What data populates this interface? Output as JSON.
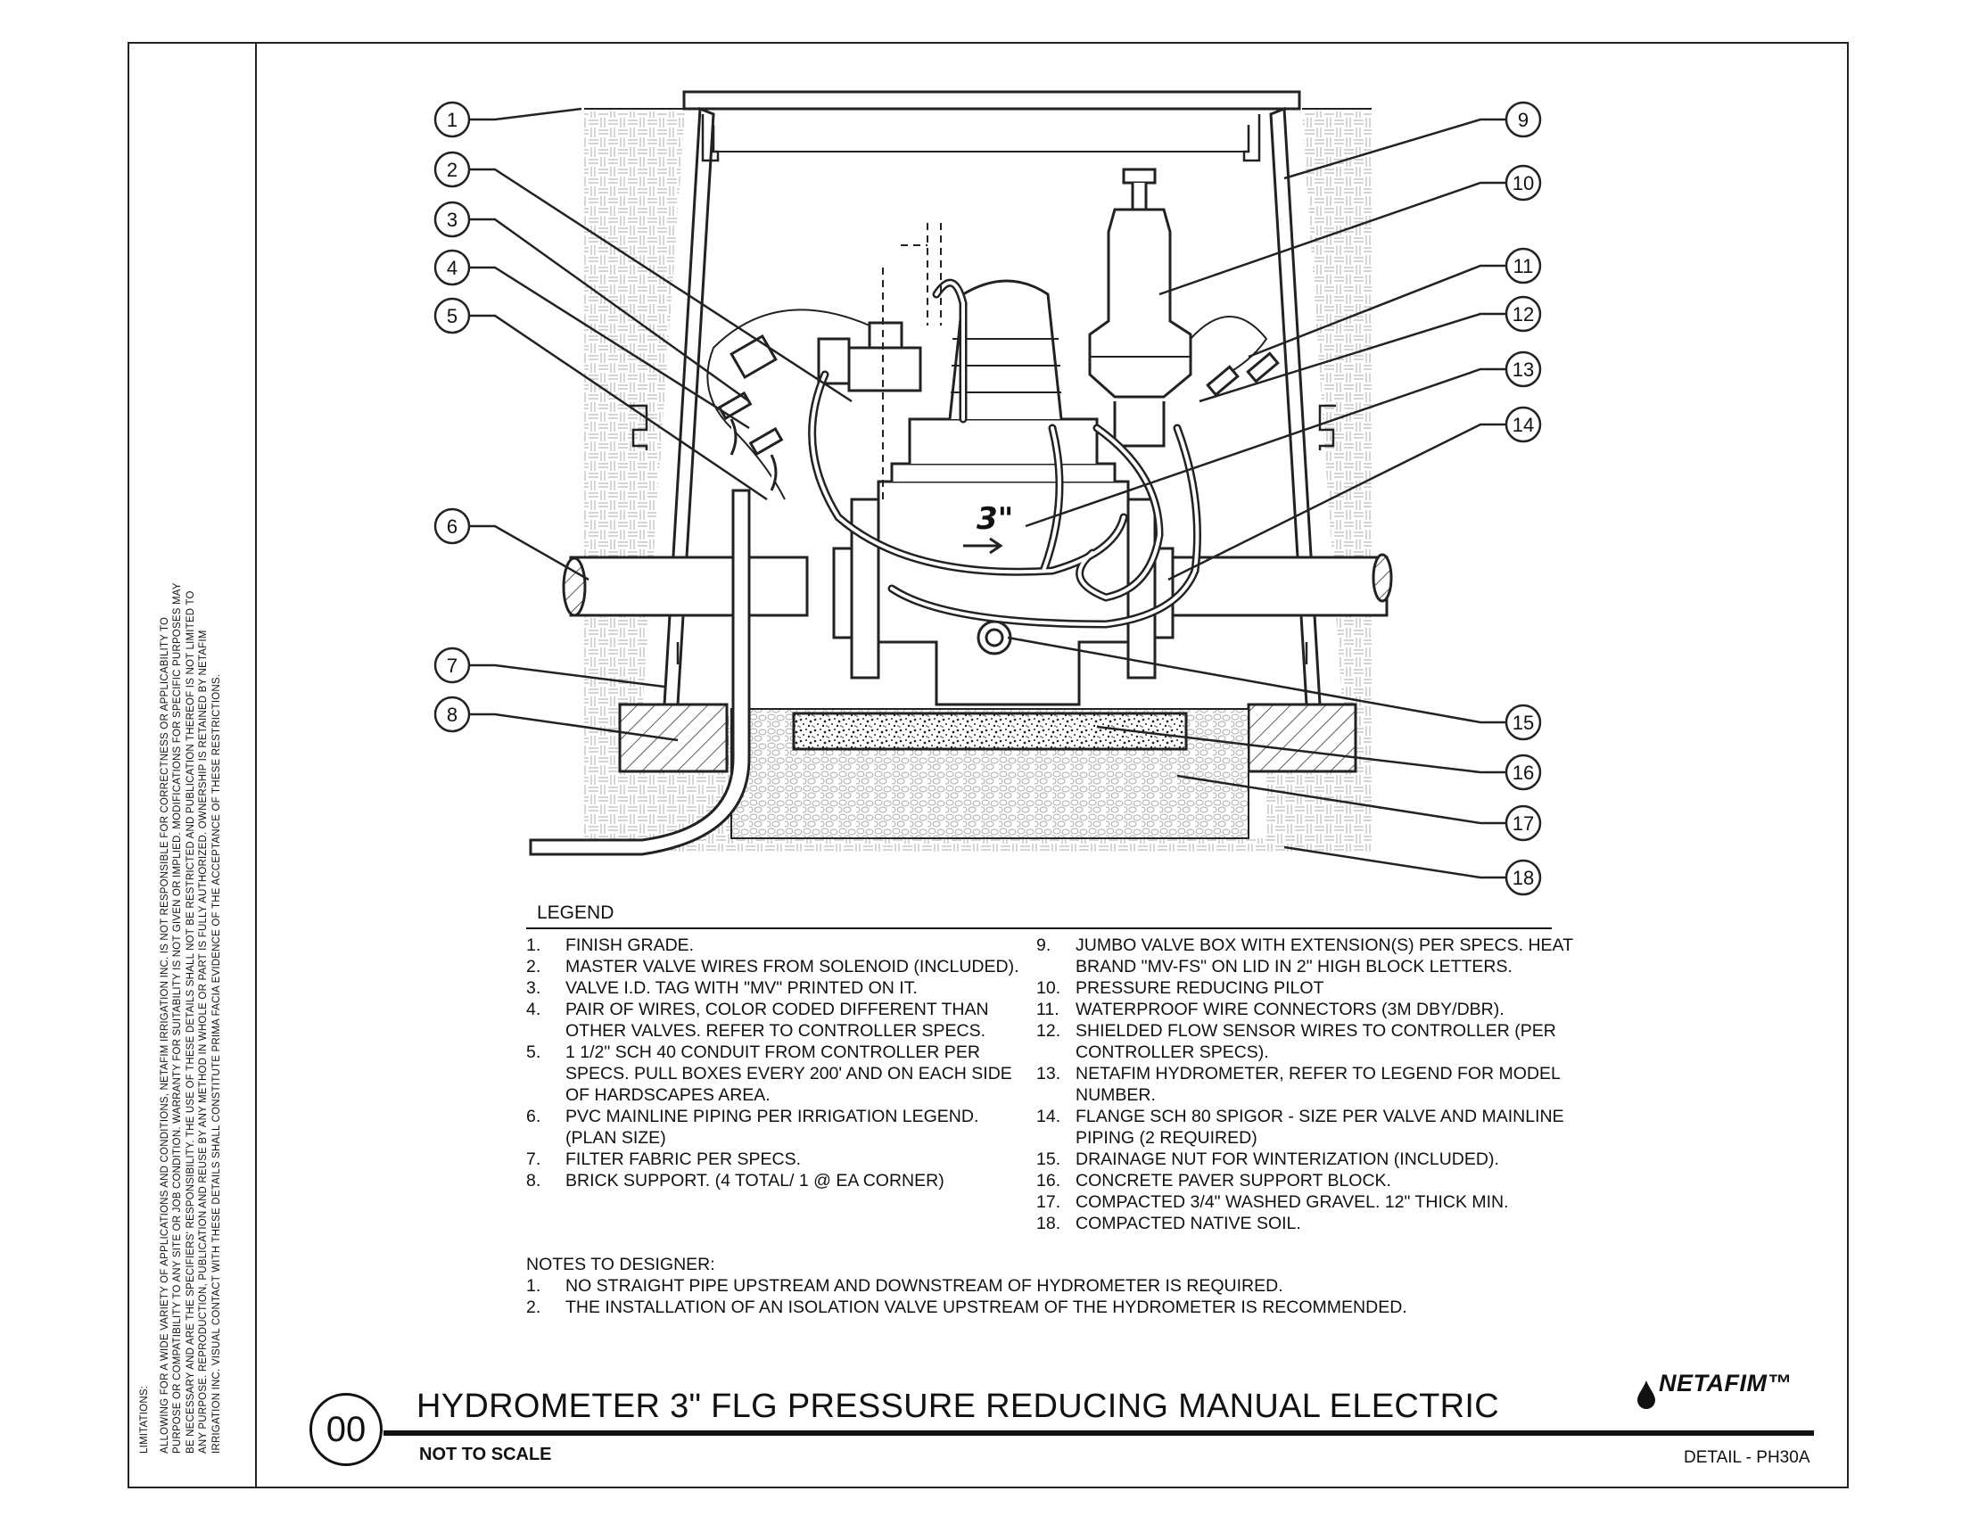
{
  "limitations": {
    "title": "LIMITATIONS:",
    "lines": [
      "ALLOWING FOR A WIDE VARIETY OF APPLICATIONS AND CONDITIONS, NETAFIM IRRIGATION INC. IS NOT RESPONSIBLE FOR CORRECTNESS OR APPLICABILITY TO",
      "PURPOSE OR COMPATIBILITY TO ANY SITE OR JOB CONDITION. WARRANTY FOR SUITABILITY IS NOT GIVEN OR IMPLIED. MODIFICATIONS FOR SPECIFIC PURPOSES MAY",
      "BE NECESSARY AND ARE THE SPECIFIERS' RESPONSIBILITY. THE USE OF THESE DETAILS SHALL NOT BE RESTRICTED AND PUBLICATION THEREOF IS NOT LIMITED TO",
      "ANY PURPOSE. REPRODUCTION, PUBLICATION AND REUSE BY ANY METHOD IN WHOLE OR PART IS FULLY AUTHORIZED. OWNERSHIP IS RETAINED BY NETAFIM",
      "IRRIGATION INC. VISUAL CONTACT WITH THESE DETAILS SHALL CONSTITUTE PRIMA FACIA EVIDENCE OF THE ACCEPTANCE OF THESE RESTRICTIONS."
    ]
  },
  "callouts": [
    "1",
    "2",
    "3",
    "4",
    "5",
    "6",
    "7",
    "8",
    "9",
    "10",
    "11",
    "12",
    "13",
    "14",
    "15",
    "16",
    "17",
    "18"
  ],
  "valve_size_label": "3\"",
  "legend": {
    "title": "LEGEND",
    "left": [
      {
        "num": "1.",
        "text": "FINISH GRADE."
      },
      {
        "num": "2.",
        "text": "MASTER VALVE WIRES FROM SOLENOID (INCLUDED)."
      },
      {
        "num": "3.",
        "text": "VALVE I.D. TAG WITH \"MV\" PRINTED ON IT."
      },
      {
        "num": "4.",
        "text": "PAIR OF WIRES, COLOR CODED DIFFERENT THAN OTHER VALVES. REFER TO CONTROLLER SPECS."
      },
      {
        "num": "5.",
        "text": "1 1/2\" SCH 40 CONDUIT FROM CONTROLLER PER SPECS. PULL BOXES EVERY 200' AND ON EACH SIDE OF HARDSCAPES AREA."
      },
      {
        "num": "6.",
        "text": "PVC MAINLINE PIPING PER IRRIGATION LEGEND. (PLAN SIZE)"
      },
      {
        "num": "7.",
        "text": "FILTER FABRIC PER SPECS."
      },
      {
        "num": "8.",
        "text": "BRICK SUPPORT. (4 TOTAL/ 1 @ EA CORNER)"
      }
    ],
    "right": [
      {
        "num": "9.",
        "text": "JUMBO VALVE BOX WITH EXTENSION(S) PER SPECS. HEAT BRAND \"MV-FS\" ON LID IN 2\" HIGH BLOCK LETTERS."
      },
      {
        "num": "10.",
        "text": "PRESSURE REDUCING PILOT"
      },
      {
        "num": "11.",
        "text": "WATERPROOF WIRE CONNECTORS  (3M DBY/DBR)."
      },
      {
        "num": "12.",
        "text": "SHIELDED FLOW SENSOR WIRES TO CONTROLLER (PER CONTROLLER SPECS)."
      },
      {
        "num": "13.",
        "text": "NETAFIM HYDROMETER, REFER TO LEGEND  FOR MODEL NUMBER."
      },
      {
        "num": "14.",
        "text": "FLANGE SCH 80 SPIGOR - SIZE PER VALVE AND MAINLINE PIPING (2 REQUIRED)"
      },
      {
        "num": "15.",
        "text": "DRAINAGE NUT FOR WINTERIZATION (INCLUDED)."
      },
      {
        "num": "16.",
        "text": "CONCRETE PAVER SUPPORT BLOCK."
      },
      {
        "num": "17.",
        "text": "COMPACTED 3/4\" WASHED GRAVEL. 12\" THICK MIN."
      },
      {
        "num": "18.",
        "text": "COMPACTED NATIVE SOIL."
      }
    ]
  },
  "notes": {
    "title": "NOTES TO DESIGNER:",
    "items": [
      {
        "num": "1.",
        "text": "NO STRAIGHT PIPE UPSTREAM AND DOWNSTREAM OF HYDROMETER IS REQUIRED."
      },
      {
        "num": "2.",
        "text": "THE INSTALLATION OF AN ISOLATION VALVE UPSTREAM OF THE HYDROMETER IS RECOMMENDED."
      }
    ]
  },
  "title_block": {
    "detail_number": "00",
    "title": "HYDROMETER 3\" FLG PRESSURE REDUCING MANUAL ELECTRIC",
    "scale": "NOT TO SCALE",
    "detail_ref": "DETAIL - PH30A",
    "brand": "NETAFIM™"
  }
}
